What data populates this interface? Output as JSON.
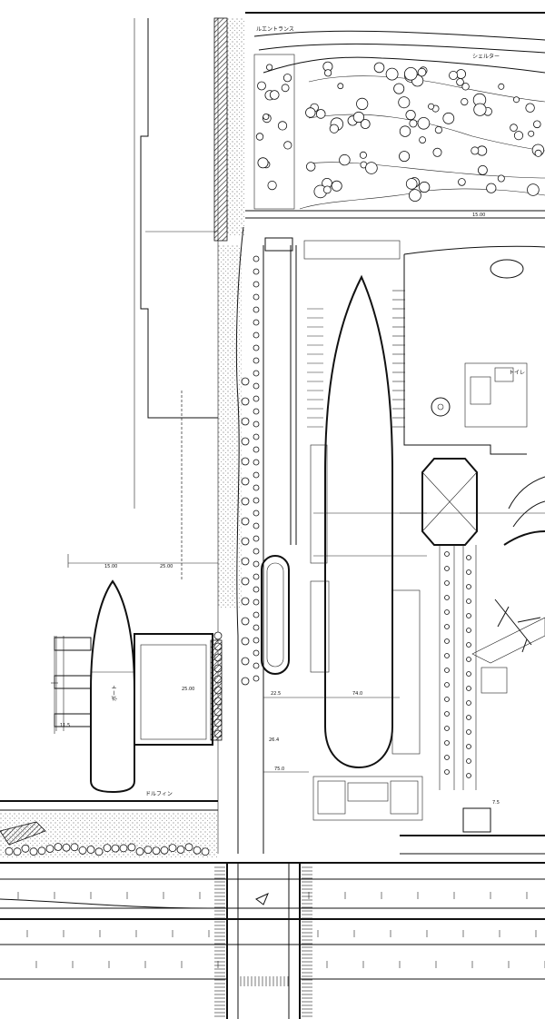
{
  "labels": {
    "top_entrance": "ルエントランス",
    "shelter": "シェルター",
    "toilet": "トイレ",
    "dolphin": "ドルフィン",
    "boat": "ボート"
  },
  "dims": {
    "d1": "15.00",
    "d2": "25.00",
    "d3": "74.0",
    "d4": "26.4",
    "d5": "75.0",
    "d6": "22.5",
    "d7": "15.00",
    "d8": "25.00",
    "d9": "7.5",
    "d10": "11.5"
  }
}
